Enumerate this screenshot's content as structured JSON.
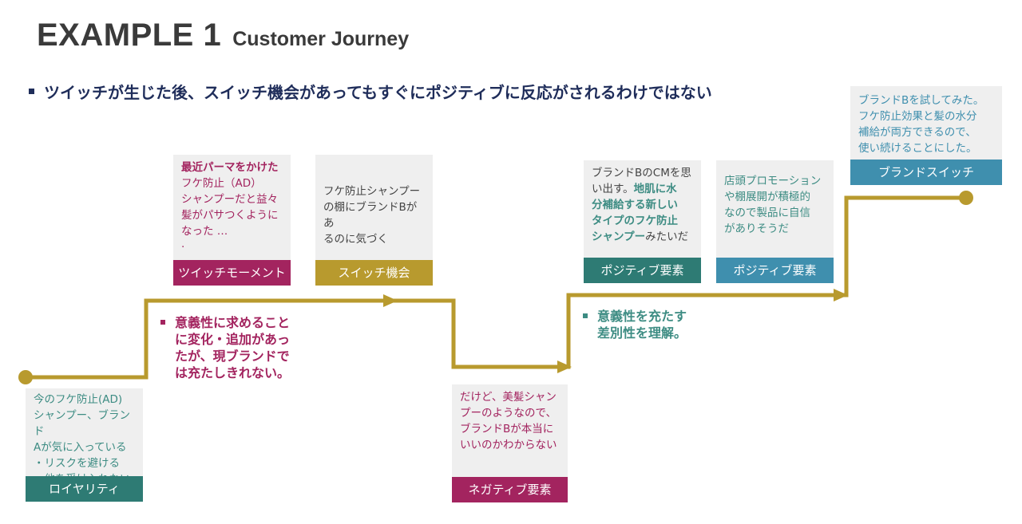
{
  "title": {
    "main": "EXAMPLE 1",
    "sub": "Customer Journey"
  },
  "headline": "ツイッチが生じた後、スイッチ機会があってもすぐにポジティブに反応がされるわけではない",
  "colors": {
    "path": "#b89a2e",
    "teal": "#2e7b74",
    "magenta": "#a3245f",
    "gold": "#b89a2e",
    "blue": "#3f8fae",
    "navy": "#1f2d5a"
  },
  "stages": {
    "loyalty": {
      "lines": [
        "今のフケ防止(AD)",
        "シャンプー、ブランド",
        "Aが気に入っている",
        "・リスクを避ける",
        "・他を受け入れない"
      ],
      "label": "ロイヤリティ"
    },
    "twitch": {
      "bold_lines": [
        "最近パーマをかけた"
      ],
      "lines": [
        "フケ防止（AD）",
        "シャンプーだと益々",
        "髪がパサつくように",
        "なった …",
        "."
      ],
      "label": "ツイッチモーメント"
    },
    "switch_chance": {
      "lines": [
        "フケ防止シャンプー",
        "の棚にブランドBがあ",
        "るのに気づく"
      ],
      "label": "スイッチ機会"
    },
    "negative": {
      "lines": [
        "だけど、美髪シャン",
        "プーのようなので、",
        "ブランドBが本当に",
        "いいのかわからない"
      ],
      "label": "ネガティブ要素"
    },
    "positive1": {
      "line1": "ブランドBのCMを思",
      "line2_plain": "い出す。",
      "line2_bold": "地肌に水",
      "bold_lines": [
        "分補給する新しい",
        "タイプのフケ防止"
      ],
      "line_last_bold": "シャンプー",
      "line_last_plain": "みたいだ",
      "label": "ポジティブ要素"
    },
    "positive2": {
      "lines": [
        "店頭プロモーション",
        "や棚展開が積極的",
        "なので製品に自信",
        "がありそうだ"
      ],
      "label": "ポジティブ要素"
    },
    "brand_switch": {
      "lines": [
        "ブランドBを試してみた。",
        "フケ防止効果と髪の水分",
        "補給が両方できるので、",
        "使い続けることにした。"
      ],
      "label": "ブランドスイッチ"
    }
  },
  "notes": {
    "meaning_need": [
      "意義性に求めること",
      "に変化・追加があっ",
      "たが、現ブランドで",
      "は充たしきれない。"
    ],
    "differentiation": [
      "意義性を充たす",
      "差別性を理解。"
    ]
  }
}
